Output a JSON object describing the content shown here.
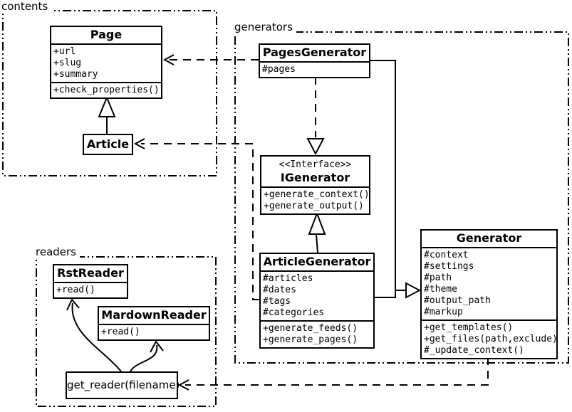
{
  "diagram": {
    "packages": {
      "contents": {
        "label": "contents"
      },
      "generators": {
        "label": "generators"
      },
      "readers": {
        "label": "readers"
      }
    },
    "classes": {
      "page": {
        "name": "Page",
        "attributes": [
          "+url",
          "+slug",
          "+summary"
        ],
        "methods": [
          "+check_properties()"
        ]
      },
      "article": {
        "name": "Article"
      },
      "pages_generator": {
        "name": "PagesGenerator",
        "attributes": [
          "#pages"
        ]
      },
      "igenerator": {
        "stereotype": "<<Interface>>",
        "name": "IGenerator",
        "methods": [
          "+generate_context()",
          "+generate_output()"
        ]
      },
      "article_generator": {
        "name": "ArticleGenerator",
        "attributes": [
          "#articles",
          "#dates",
          "#tags",
          "#categories"
        ],
        "methods": [
          "+generate_feeds()",
          "+generate_pages()"
        ]
      },
      "generator": {
        "name": "Generator",
        "attributes": [
          "#context",
          "#settings",
          "#path",
          "#theme",
          "#output_path",
          "#markup"
        ],
        "methods": [
          "+get_templates()",
          "+get_files(path,exclude)",
          "#_update_context()"
        ]
      },
      "rst_reader": {
        "name": "RstReader",
        "methods": [
          "+read()"
        ]
      },
      "mardown_reader": {
        "name": "MardownReader",
        "methods": [
          "+read()"
        ]
      },
      "get_reader": {
        "label": "get_reader(filename)"
      }
    },
    "colors": {
      "line": "#000000",
      "background": "#ffffff"
    }
  }
}
